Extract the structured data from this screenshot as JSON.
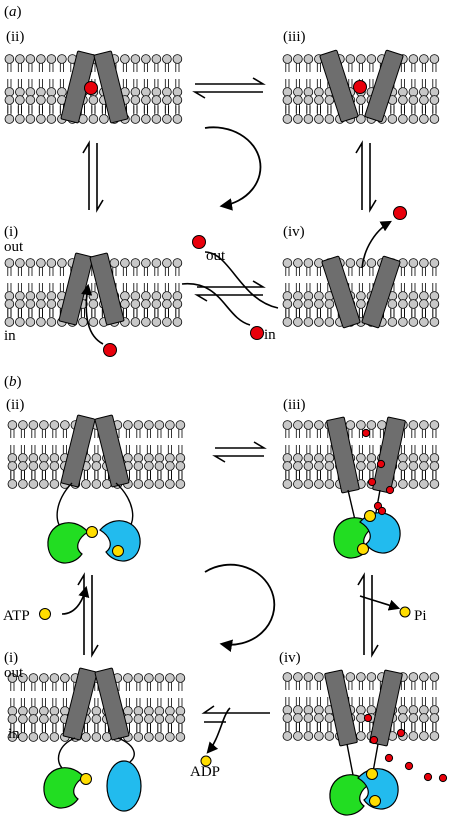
{
  "panel_a": {
    "label_prefix": "(",
    "label_letter": "a",
    "label_suffix": ")",
    "states": {
      "ii": "(ii)",
      "iii": "(iii)",
      "i": "(i)",
      "iv": "(iv)"
    },
    "side_out": "out",
    "side_in": "in",
    "substrate_out": "out",
    "substrate_in": "in"
  },
  "panel_b": {
    "label_prefix": "(",
    "label_letter": "b",
    "label_suffix": ")",
    "states": {
      "ii": "(ii)",
      "iii": "(iii)",
      "i": "(i)",
      "iv": "(iv)"
    },
    "side_out": "out",
    "side_in": "in",
    "atp": "ATP",
    "pi": "Pi",
    "adp": "ADP"
  },
  "colors": {
    "membrane_head": "#c8c8c8",
    "helix": "#6e6e6e",
    "substrate": "#e8000b",
    "nbd_left": "#22dd22",
    "nbd_right": "#22bbee",
    "nucleotide": "#ffdd00",
    "outline": "#000000"
  }
}
